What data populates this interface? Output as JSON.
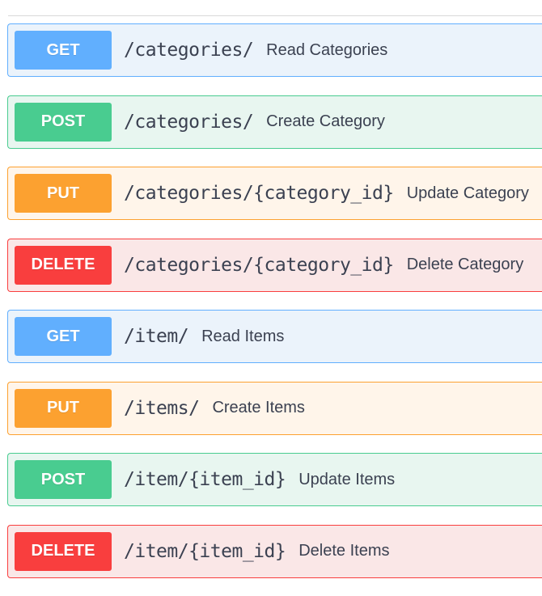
{
  "operations": [
    {
      "method": "GET",
      "kind": "get",
      "path": "/categories/",
      "summary": "Read Categories"
    },
    {
      "method": "POST",
      "kind": "post",
      "path": "/categories/",
      "summary": "Create Category"
    },
    {
      "method": "PUT",
      "kind": "put",
      "path": "/categories/{category_id}",
      "summary": "Update Category"
    },
    {
      "method": "DELETE",
      "kind": "delete",
      "path": "/categories/{category_id}",
      "summary": "Delete Category"
    },
    {
      "method": "GET",
      "kind": "get",
      "path": "/item/",
      "summary": "Read Items"
    },
    {
      "method": "PUT",
      "kind": "put",
      "path": "/items/",
      "summary": "Create Items"
    },
    {
      "method": "POST",
      "kind": "post",
      "path": "/item/{item_id}",
      "summary": "Update Items"
    },
    {
      "method": "DELETE",
      "kind": "delete",
      "path": "/item/{item_id}",
      "summary": "Delete Items"
    }
  ],
  "colors": {
    "get": "#61affe",
    "post": "#49cc90",
    "put": "#fca130",
    "delete": "#f93e3e",
    "text": "#3b4151"
  }
}
